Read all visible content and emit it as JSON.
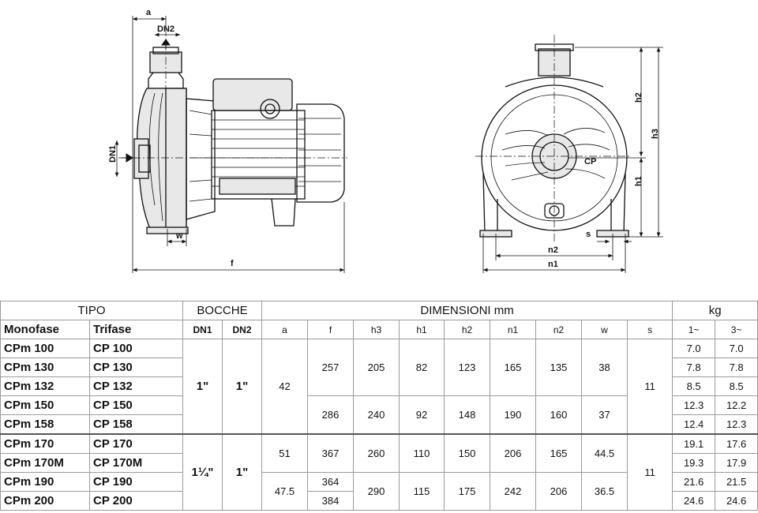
{
  "drawing": {
    "side_labels": {
      "a": "a",
      "dn2": "DN2",
      "dn1": "DN1",
      "w": "w",
      "f": "f"
    },
    "front_labels": {
      "h1": "h1",
      "h2": "h2",
      "h3": "h3",
      "s": "s",
      "n1": "n1",
      "n2": "n2",
      "brand": "CP"
    }
  },
  "table": {
    "group_headers": {
      "tipo": "TIPO",
      "bocche": "BOCCHE",
      "dimensioni": "DIMENSIONI mm",
      "kg": "kg"
    },
    "sub_headers": {
      "monofase": "Monofase",
      "trifase": "Trifase",
      "dn1": "DN1",
      "dn2": "DN2",
      "a": "a",
      "f": "f",
      "h3": "h3",
      "h1": "h1",
      "h2": "h2",
      "n1": "n1",
      "n2": "n2",
      "w": "w",
      "s": "s",
      "kg1": "1~",
      "kg3": "3~"
    },
    "models": [
      {
        "mono": "CPm 100",
        "tri": "CP 100",
        "kg1": "7.0",
        "kg3": "7.0"
      },
      {
        "mono": "CPm 130",
        "tri": "CP 130",
        "kg1": "7.8",
        "kg3": "7.8"
      },
      {
        "mono": "CPm 132",
        "tri": "CP 132",
        "kg1": "8.5",
        "kg3": "8.5"
      },
      {
        "mono": "CPm 150",
        "tri": "CP 150",
        "kg1": "12.3",
        "kg3": "12.2"
      },
      {
        "mono": "CPm 158",
        "tri": "CP 158",
        "kg1": "12.4",
        "kg3": "12.3"
      },
      {
        "mono": "CPm 170",
        "tri": "CP 170",
        "kg1": "19.1",
        "kg3": "17.6"
      },
      {
        "mono": "CPm 170M",
        "tri": "CP 170M",
        "kg1": "19.3",
        "kg3": "17.9"
      },
      {
        "mono": "CPm 190",
        "tri": "CP 190",
        "kg1": "21.6",
        "kg3": "21.5"
      },
      {
        "mono": "CPm 200",
        "tri": "CP 200",
        "kg1": "24.6",
        "kg3": "24.6"
      }
    ],
    "group1": {
      "dn1": "1\"",
      "dn2": "1\"",
      "a": "42",
      "s": "11",
      "sub_a": {
        "f": "257",
        "h3": "205",
        "h1": "82",
        "h2": "123",
        "n1": "165",
        "n2": "135",
        "w": "38"
      },
      "sub_b": {
        "f": "286",
        "h3": "240",
        "h1": "92",
        "h2": "148",
        "n1": "190",
        "n2": "160",
        "w": "37"
      }
    },
    "group2": {
      "dn1": "1¼\"",
      "dn2": "1\"",
      "s": "11",
      "sub_a": {
        "a": "51",
        "f": "367",
        "h3": "260",
        "h1": "110",
        "h2": "150",
        "n1": "206",
        "n2": "165",
        "w": "44.5"
      },
      "sub_b": {
        "a": "47.5",
        "f_190": "364",
        "f_200": "384",
        "h3": "290",
        "h1": "115",
        "h2": "175",
        "n1": "242",
        "n2": "206",
        "w": "36.5"
      }
    }
  }
}
